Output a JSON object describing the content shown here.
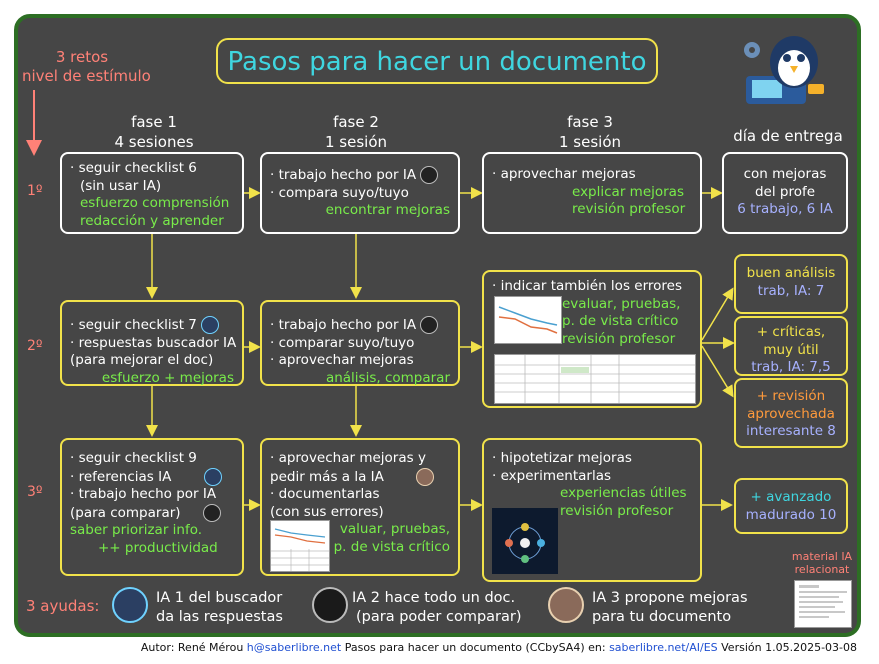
{
  "title": "Pasos para hacer un documento",
  "retos": [
    "3 retos",
    "nivel de estímulo"
  ],
  "phases": [
    {
      "name": "fase 1",
      "sub": "4 sesiones"
    },
    {
      "name": "fase 2",
      "sub": "1 sesión"
    },
    {
      "name": "fase 3",
      "sub": "1 sesión"
    },
    {
      "name": "día de entrega",
      "sub": ""
    }
  ],
  "rows": [
    "1º",
    "2º",
    "3º"
  ],
  "boxes": {
    "r1f1": [
      "· seguir checklist  6",
      "  (sin usar IA)",
      "esfuerzo comprensión",
      "redacción y aprender"
    ],
    "r1f2": [
      "· trabajo hecho por IA",
      "· compara  suyo/tuyo",
      "encontrar mejoras"
    ],
    "r1f3": [
      "· aprovechar mejoras",
      "explicar mejoras",
      "revisión  profesor"
    ],
    "r1d": [
      "con mejoras",
      "del profe",
      "6 trabajo, 6 IA"
    ],
    "r2f1": [
      "· seguir checklist 7",
      "· respuestas buscador IA",
      "(para mejorar el doc)",
      "esfuerzo + mejoras"
    ],
    "r2f2": [
      "· trabajo hecho por IA",
      "· comparar suyo/tuyo",
      "· aprovechar mejoras",
      "análisis, comparar"
    ],
    "r2f3": [
      "· indicar también los errores",
      "evaluar, pruebas,",
      "p. de vista crítico",
      "revisión profesor"
    ],
    "r2d1": [
      "buen análisis",
      "trab, IA: 7"
    ],
    "r2d2": [
      "+ críticas,",
      "muy útil",
      "trab, IA: 7,5"
    ],
    "r2d3": [
      "+ revisión",
      "aprovechada",
      "interesante 8"
    ],
    "r3f1": [
      "· seguir checklist 9",
      "· referencias IA",
      "· trabajo hecho por IA",
      "  (para comparar)",
      "saber priorizar info.",
      "++ productividad"
    ],
    "r3f2": [
      "· aprovechar mejoras y",
      "  pedir más a la IA",
      "· documentarlas",
      "  (con sus errores)",
      "valuar, pruebas,",
      "p. de vista crítico"
    ],
    "r3f3": [
      "· hipotetizar mejoras",
      "· experimentarlas",
      "experiencias útiles",
      "revisión profesor"
    ],
    "r3d": [
      "+ avanzado",
      "madurado 10"
    ]
  },
  "ayudas_label": "3 ayudas:",
  "ayudas": [
    {
      "l1": "IA 1 del buscador",
      "l2": "da las respuestas"
    },
    {
      "l1": "IA 2 hace todo un doc.",
      "l2": "(para poder comparar)"
    },
    {
      "l1": "IA 3 propone mejoras",
      "l2": "para tu documento"
    }
  ],
  "material": [
    "material IA",
    "relacionat"
  ],
  "footer": {
    "a": "Autor: René Mérou ",
    "email": "h@saberlibre.net",
    "b": " Pasos para hacer un documento (CCbySA4) en: ",
    "url": "saberlibre.net/AI/ES",
    "c": " Versión 1.05.2025-03-08"
  },
  "colors": {
    "frame": "#2d6e24",
    "panel": "#464646",
    "title": "#3fd6e0",
    "accent": "#f1e24a",
    "green": "#79ec4a",
    "blue": "#a7b1ff",
    "salmon": "#ff8177",
    "orange": "#ff9a3c"
  },
  "icons": [
    "robot-penguin-icon",
    "robot-ia1-icon",
    "robot-ia2-icon",
    "android-ia3-icon",
    "gear-icon"
  ]
}
